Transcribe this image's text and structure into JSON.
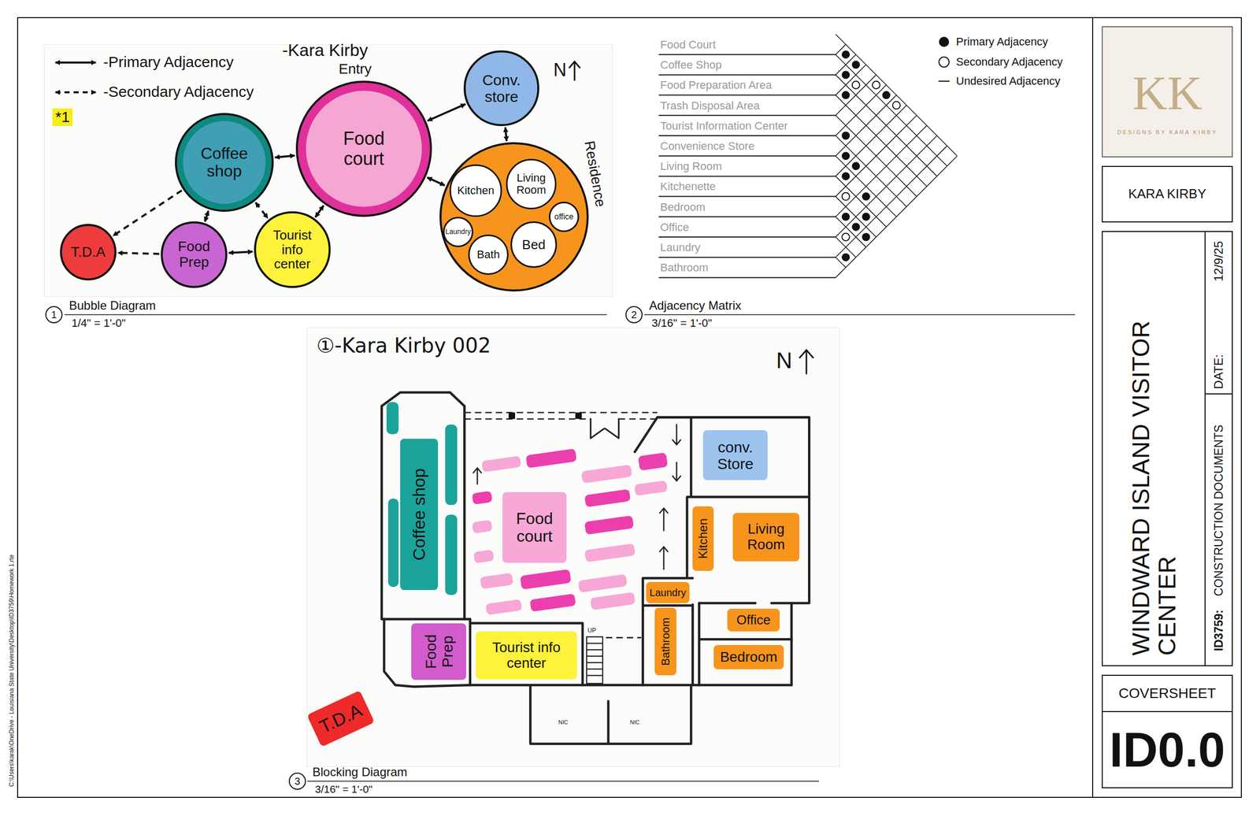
{
  "diagram": {
    "title": "WINDWARD ISLAND VISITOR CENTER",
    "nodes": [
      {
        "text": [
          "Coffee shop"
        ]
      },
      {
        "text": [
          "Food court"
        ]
      },
      {
        "text": [
          "Conv. store"
        ]
      },
      {
        "text": [
          "Residence"
        ]
      },
      {
        "text": [
          "Kitchen"
        ],
        "in": 3
      },
      {
        "text": [
          "Living Room"
        ],
        "in": 3
      },
      {
        "text": [
          "Laundry"
        ],
        "in": 3
      },
      {
        "text": [
          "office"
        ],
        "in": 3
      },
      {
        "text": [
          "Bath"
        ],
        "in": 3
      },
      {
        "text": [
          "Bed"
        ],
        "in": 3
      },
      {
        "text": [
          "T.D.A"
        ]
      },
      {
        "text": [
          "Food Prep"
        ]
      },
      {
        "text": [
          "Tourist info center"
        ]
      },
      {
        "text": [
          "Coffee shop"
        ]
      },
      {
        "text": [
          "Food court"
        ]
      },
      {
        "text": [
          "conv. Store"
        ]
      },
      {
        "text": [
          "Kitchen"
        ]
      },
      {
        "text": [
          "Living Room"
        ]
      },
      {
        "text": [
          "Laundry"
        ]
      },
      {
        "text": [
          "Office"
        ]
      },
      {
        "text": [
          "Bathroom"
        ]
      },
      {
        "text": [
          "Bedroom"
        ]
      },
      {
        "text": [
          "Food Prep"
        ]
      },
      {
        "text": [
          "Tourist info center"
        ]
      },
      {
        "text": [
          "T.D.A"
        ]
      }
    ],
    "edges": [
      {
        "from": 0,
        "to": 1,
        "arrow": "both"
      },
      {
        "from": 1,
        "to": 2,
        "arrow": "both"
      },
      {
        "from": 2,
        "to": 3,
        "arrow": "both"
      },
      {
        "from": 1,
        "to": 3,
        "arrow": "both"
      },
      {
        "from": 0,
        "to": 11,
        "arrow": "both"
      },
      {
        "from": 1,
        "to": 12,
        "arrow": "both"
      },
      {
        "from": 11,
        "to": 12,
        "arrow": "both"
      },
      {
        "from": 0,
        "to": 12,
        "arrow": "both"
      },
      {
        "from": 0,
        "to": 10,
        "arrow": "to"
      },
      {
        "from": 11,
        "to": 10,
        "arrow": "to"
      }
    ],
    "labels": [
      "-Kara Kirby",
      "Entry",
      "N",
      "*1",
      "1",
      "Bubble Diagram",
      "1/4\" = 1'-0\"",
      "2",
      "Adjacency Matrix",
      "3/16\" = 1'-0\"",
      "Food Court",
      "Coffee Shop",
      "Food Preparation Area",
      "Trash Disposal Area",
      "Tourist Information Center",
      "Convenience Store",
      "Living Room",
      "Kitchenette",
      "Bedroom",
      "Office",
      "Laundry",
      "Bathroom",
      "①-Kara Kirby 002",
      "N",
      "UP",
      "NIC",
      "NIC",
      "3",
      "Blocking Diagram",
      "3/16\" = 1'-0\"",
      "KK",
      "DESIGNS BY KARA KIRBY",
      "KARA KIRBY",
      "12/9/25",
      "DATE:",
      "ID3759:",
      "CONSTRUCTION DOCUMENTS",
      "COVERSHEET",
      "ID0.0",
      "C:\\Users\\karak\\OneDrive - Louisiana State University\\Desktop\\ID3759\\Homework 1.rte"
    ],
    "legend": [
      {
        "text": "-Primary Adjacency"
      },
      {
        "text": "-Secondary Adjacency"
      },
      {
        "text": "Primary Adjacency"
      },
      {
        "text": "Secondary Adjacency"
      },
      {
        "text": "Undesired Adjacency"
      }
    ]
  }
}
